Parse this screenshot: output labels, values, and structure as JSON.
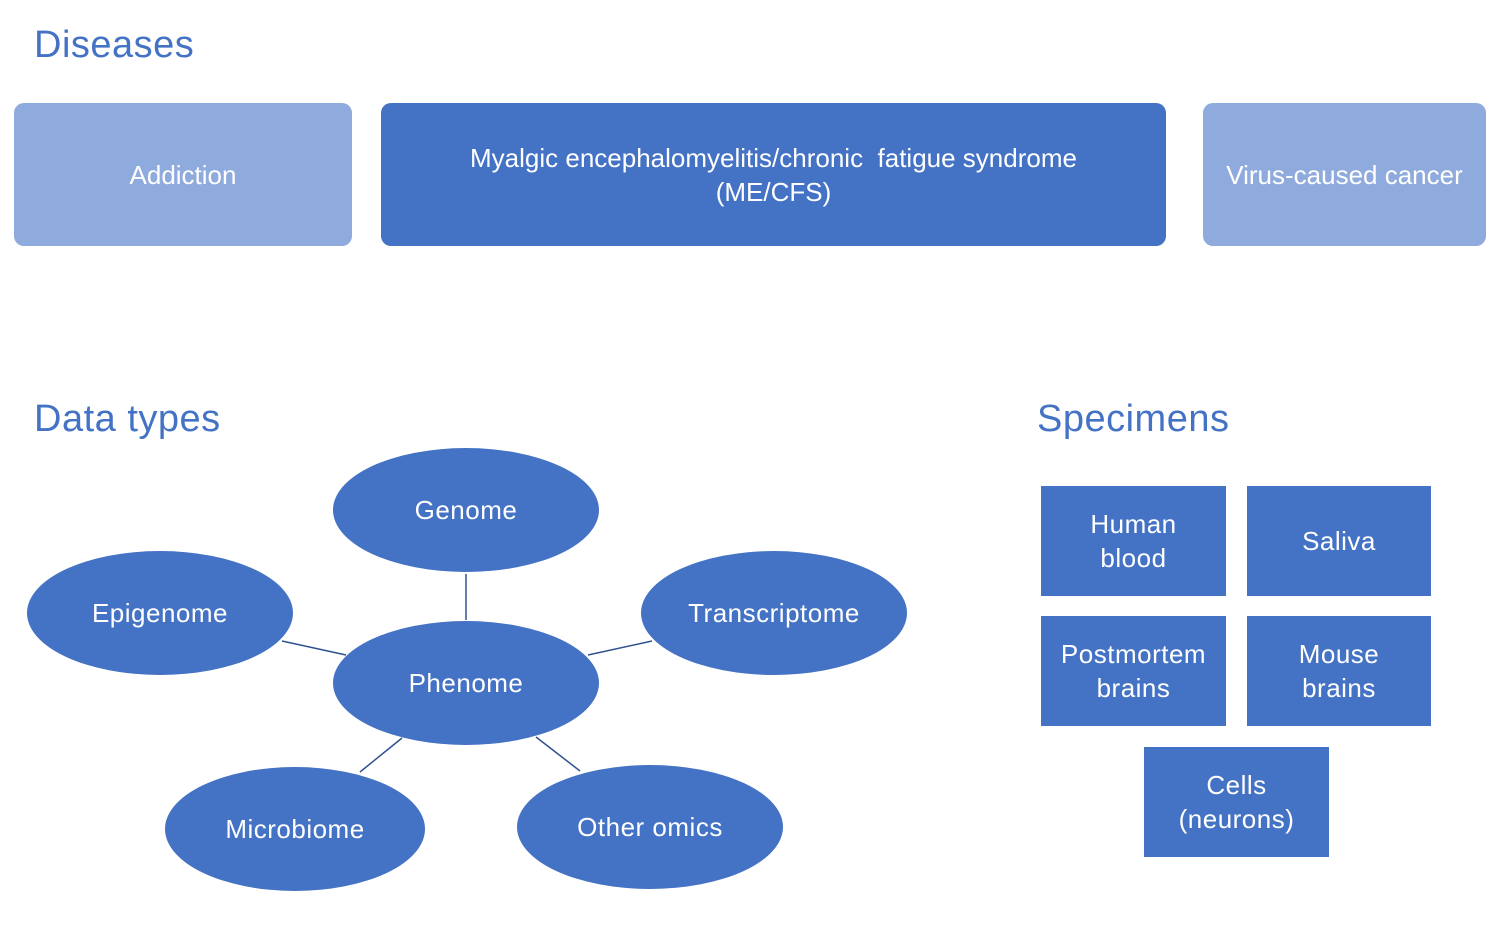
{
  "diseases": {
    "heading": "Diseases",
    "items": [
      {
        "label": "Addiction"
      },
      {
        "label": "Myalgic encephalomyelitis/chronic  fatigue syndrome (ME/CFS)"
      },
      {
        "label": "Virus-caused cancer"
      }
    ]
  },
  "data_types": {
    "heading": "Data types",
    "center": "Phenome",
    "nodes": [
      "Genome",
      "Transcriptome",
      "Other omics",
      "Microbiome",
      "Epigenome"
    ]
  },
  "specimens": {
    "heading": "Specimens",
    "items": [
      "Human\nblood",
      "Saliva",
      "Postmortem\nbrains",
      "Mouse\nbrains",
      "Cells\n(neurons)"
    ]
  },
  "colors": {
    "accent": "#4472c4",
    "light": "#8faadc",
    "connector": "#2f528f",
    "text_on_shape": "#ffffff"
  }
}
